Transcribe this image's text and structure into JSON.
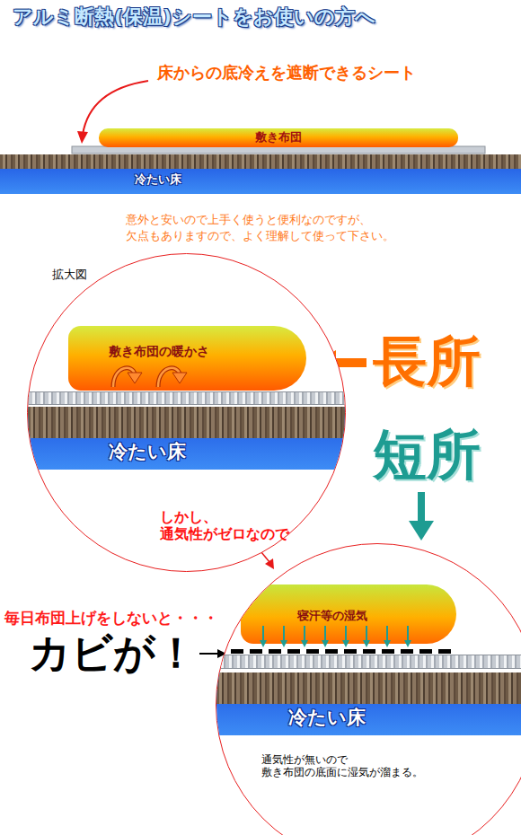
{
  "diagram": {
    "title": "アルミ断熱(保温)シートをお使いの方へ",
    "nodes": [
      {
        "text": [
          "敷き布団"
        ]
      },
      {
        "text": [
          "冷たい床"
        ]
      },
      {
        "text": [
          "拡大図"
        ]
      },
      {
        "text": [
          "敷き布団の暖かさ"
        ],
        "in": 2
      },
      {
        "text": [
          "冷たい床"
        ],
        "in": 2
      },
      {
        "text": [
          "通気性が無いので 敷き布団の底面に湿気が溜まる。"
        ]
      },
      {
        "text": [
          "寝汗等の湿気"
        ],
        "in": 5
      },
      {
        "text": [
          "冷たい床"
        ],
        "in": 5
      }
    ],
    "labels": [
      "床からの底冷えを遮断できるシート",
      "意外と安いので上手く使うと便利なのですが、 欠点もありますので、よく理解して使って下さい。",
      "長所",
      "短所",
      "しかし、 通気性がゼロなので",
      "毎日布団上げをしないと・・・",
      "カビが！"
    ]
  }
}
